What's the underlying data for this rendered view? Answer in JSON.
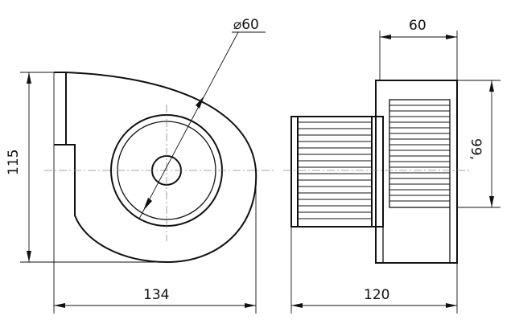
{
  "dimensions": {
    "overall_width_front": "134",
    "overall_height_front": "115",
    "inlet_diameter": "⌀60",
    "overall_length_side": "120",
    "housing_width_side": "60",
    "outlet_height_side": "99,"
  }
}
